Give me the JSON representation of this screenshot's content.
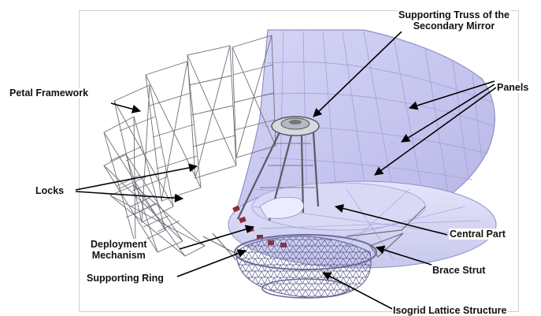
{
  "labels": {
    "petal_framework": "Petal Framework",
    "truss_line1": "Supporting Truss of the",
    "truss_line2": "Secondary Mirror",
    "panels": "Panels",
    "locks": "Locks",
    "central_part": "Central Part",
    "deployment_line1": "Deployment",
    "deployment_line2": "Mechanism",
    "brace_strut": "Brace Strut",
    "supporting_ring": "Supporting Ring",
    "isogrid": "Isogrid Lattice Structure"
  },
  "colors": {
    "panel_fill": "#c9c8f0",
    "panel_line": "#8f8fc8",
    "truss_line": "#6e6e78",
    "lattice": "#5c5c8e",
    "mechanism": "#8a2a3a",
    "label_text": "#111111",
    "arrow": "#000000"
  }
}
